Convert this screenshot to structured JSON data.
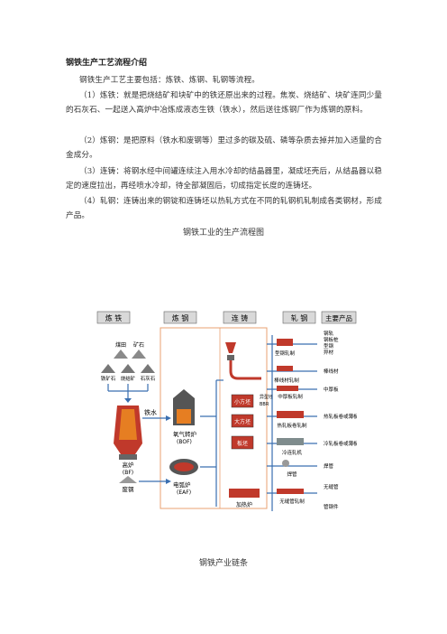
{
  "document": {
    "title": "钢铁生产工艺流程介绍",
    "paragraphs": [
      "钢铁生产工艺主要包括：炼铁、炼钢、轧钢等流程。",
      "（1）炼铁：就是把烧结矿和块矿中的铁还原出来的过程。焦炭、烧结矿、块矿连同少量的石灰石、一起送入高炉中冶炼成液态生铁（铁水），然后送往炼钢厂作为炼钢的原料。",
      "（2）炼钢：是把原料（铁水和废钢等）里过多的碳及硫、磷等杂质去掉并加入适量的合金成分。",
      "（3）连铸：将钢水经中间罐连续注入用水冷却的结晶器里，凝成坯壳后，从结晶器以稳定的速度拉出，再经喷水冷却，待全部凝固后，切成指定长度的连铸坯。",
      "（4）轧钢：连铸出来的钢锭和连铸坯以热轧方式在不同的轧钢机轧制成各类钢材，形成产品。"
    ],
    "caption_top": "钢铁工业的生产流程图",
    "caption_bottom": "钢铁产业链条"
  },
  "diagram": {
    "headers": {
      "ironmaking": "炼 铁",
      "steelmaking": "炼 钢",
      "casting": "连 铸",
      "rolling": "轧 钢",
      "products": "主要产品"
    },
    "raw_materials": {
      "coal": "煤田",
      "ore": "矿石",
      "iron_ore": "铁矿石",
      "sinter": "烧结矿",
      "limestone": "石灰石"
    },
    "iron_section": {
      "hot_metal": "铁水",
      "blast_furnace": "高炉",
      "bf_abbr": "(BF)",
      "scrap": "废钢"
    },
    "steel_section": {
      "bof": "氧气转炉",
      "bof_abbr": "(BOF)",
      "eaf": "电弧炉",
      "eaf_abbr": "(EAF)"
    },
    "cast_section": {
      "billet": "小方坯",
      "bloom": "大方坯",
      "slab": "板坯",
      "beam_blank": "异型坯",
      "beam_blank_abbr": "BBR",
      "reheat": "加热炉"
    },
    "rolling_section": {
      "section_mill": "型钢轧制",
      "wire_mill": "棒线材轧制",
      "plate_mill": "中厚板轧制",
      "hot_strip": "热轧板卷轧制",
      "cold_mill": "冷连轧机",
      "welded": "焊管",
      "seamless_mill": "无缝管轧制"
    },
    "products": {
      "p1": "钢轨",
      "p2": "钢板桩",
      "p3": "型钢",
      "p4": "异材",
      "p5": "棒线材",
      "p6": "中厚板",
      "p7": "热轧板卷或薄板",
      "p8": "冷轧板卷或薄板",
      "p9": "焊管",
      "p10": "无缝管",
      "p11": "管钢件"
    },
    "colors": {
      "accent_blue": "#3a6fb0",
      "frame_orange": "#e8a070",
      "steel_red": "#c0392b",
      "header_fill": "#d9d9d9"
    }
  }
}
